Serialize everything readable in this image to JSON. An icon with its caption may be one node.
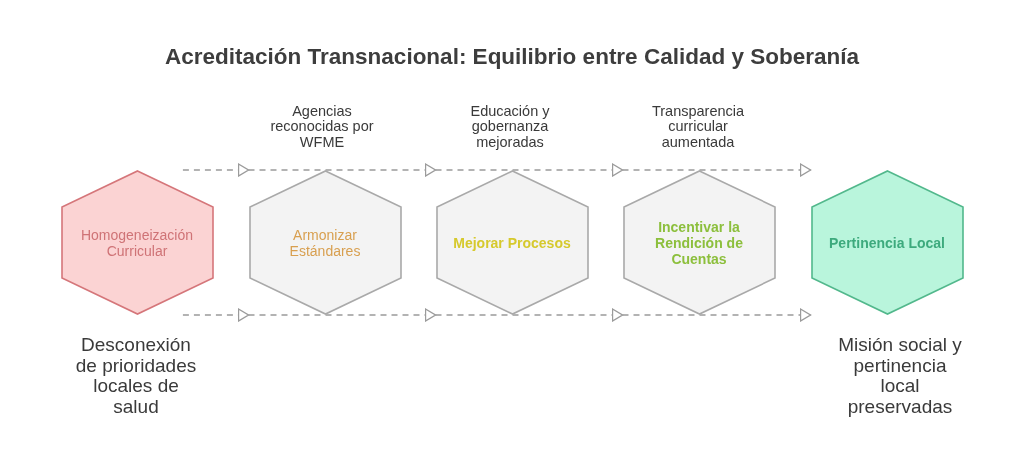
{
  "diagram": {
    "title": "Acreditación Transnacional: Equilibrio entre Calidad y Soberanía",
    "nodes": [
      {
        "text": [
          "Homogeneización Curricular"
        ],
        "beside": [
          "Desconexión de prioridades locales de salud"
        ]
      },
      {
        "text": [
          "Armonizar Estándares"
        ],
        "beside": [
          "Agencias reconocidas por WFME"
        ]
      },
      {
        "text": [
          "Mejorar Procesos"
        ],
        "beside": [
          "Educación y gobernanza mejoradas"
        ]
      },
      {
        "text": [
          "Incentivar la Rendición de Cuentas"
        ],
        "beside": [
          "Transparencia curricular aumentada"
        ]
      },
      {
        "text": [
          "Pertinencia Local"
        ],
        "beside": [
          "Misión social y pertinencia local preservadas"
        ]
      }
    ],
    "edges": [
      {
        "from": 0,
        "to": 1,
        "arrow": "to",
        "style": "dashed"
      },
      {
        "from": 1,
        "to": 2,
        "arrow": "to",
        "style": "dashed"
      },
      {
        "from": 2,
        "to": 3,
        "arrow": "to",
        "style": "dashed"
      },
      {
        "from": 3,
        "to": 4,
        "arrow": "to",
        "style": "dashed"
      },
      {
        "from": 0,
        "to": 1,
        "arrow": "to",
        "style": "dashed"
      },
      {
        "from": 1,
        "to": 2,
        "arrow": "to",
        "style": "dashed"
      },
      {
        "from": 2,
        "to": 3,
        "arrow": "to",
        "style": "dashed"
      },
      {
        "from": 3,
        "to": 4,
        "arrow": "to",
        "style": "dashed"
      }
    ]
  }
}
